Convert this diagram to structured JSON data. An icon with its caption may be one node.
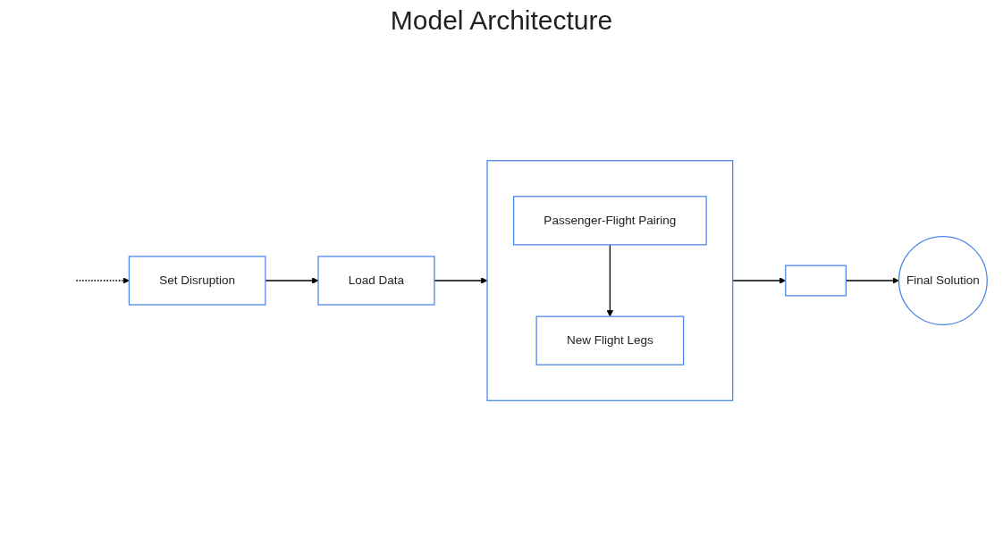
{
  "diagram": {
    "title": "Model Architecture",
    "nodes": [
      {
        "text": [
          "Set Disruption"
        ]
      },
      {
        "text": [
          "Load Data"
        ]
      },
      {
        "text": [],
        "shape": "box"
      },
      {
        "text": [
          "Passenger-Flight Pairing"
        ],
        "in": 2
      },
      {
        "text": [
          "New Flight Legs"
        ],
        "in": 2
      },
      {
        "text": [],
        "shape": "box"
      },
      {
        "text": [
          "Final Solution"
        ]
      }
    ],
    "edges": [
      {
        "from": null,
        "to": 0,
        "arrow": "to",
        "style": "dashed"
      },
      {
        "from": 0,
        "to": 1,
        "arrow": "to"
      },
      {
        "from": 1,
        "to": 2,
        "arrow": "to"
      },
      {
        "from": 3,
        "to": 4,
        "arrow": "to"
      },
      {
        "from": 2,
        "to": 5,
        "arrow": "to"
      },
      {
        "from": 5,
        "to": 6,
        "arrow": "to"
      }
    ]
  }
}
